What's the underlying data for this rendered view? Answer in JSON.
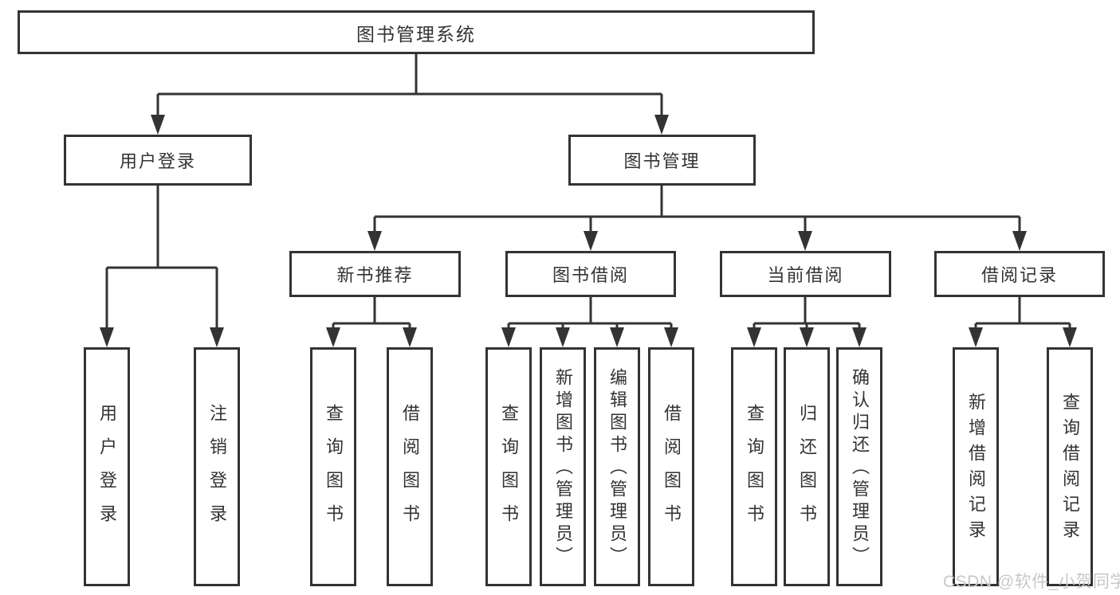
{
  "diagram": {
    "root": {
      "label": "图书管理系统"
    },
    "branches": {
      "user_login": {
        "label": "用户登录",
        "children": [
          "用户登录",
          "注销登录"
        ]
      },
      "book_management": {
        "label": "图书管理",
        "children": {
          "new_book_recommend": {
            "label": "新书推荐",
            "children": [
              "查询图书",
              "借阅图书"
            ]
          },
          "book_borrow": {
            "label": "图书借阅",
            "children": [
              "查询图书",
              "新增图书（管理员）",
              "编辑图书（管理员）",
              "借阅图书"
            ]
          },
          "current_borrow": {
            "label": "当前借阅",
            "children": [
              "查询图书",
              "归还图书",
              "确认归还（管理员）"
            ]
          },
          "borrow_record": {
            "label": "借阅记录",
            "children": [
              "新增借阅记录",
              "查询借阅记录"
            ]
          }
        }
      }
    }
  },
  "watermark": {
    "text": "CSDN @软件_小贺同学"
  },
  "colors": {
    "line": "#333333",
    "text": "#333333",
    "watermark": "#c8c8c8",
    "background": "#ffffff"
  }
}
